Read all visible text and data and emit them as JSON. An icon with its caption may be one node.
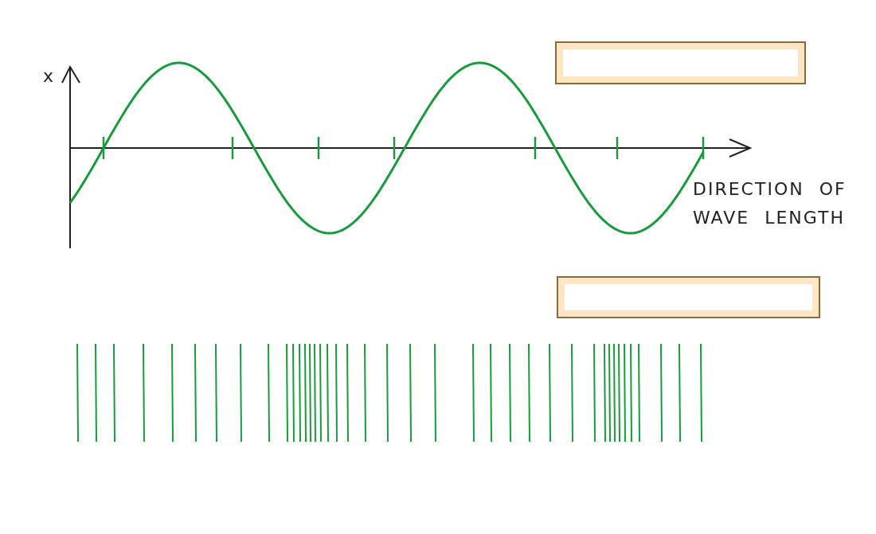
{
  "diagram": {
    "nodes": [
      {
        "text": [],
        "shape": "box"
      },
      {
        "text": [],
        "shape": "box"
      }
    ],
    "labels": [
      "x",
      "DIRECTION OF WAVE LENGTH"
    ]
  }
}
